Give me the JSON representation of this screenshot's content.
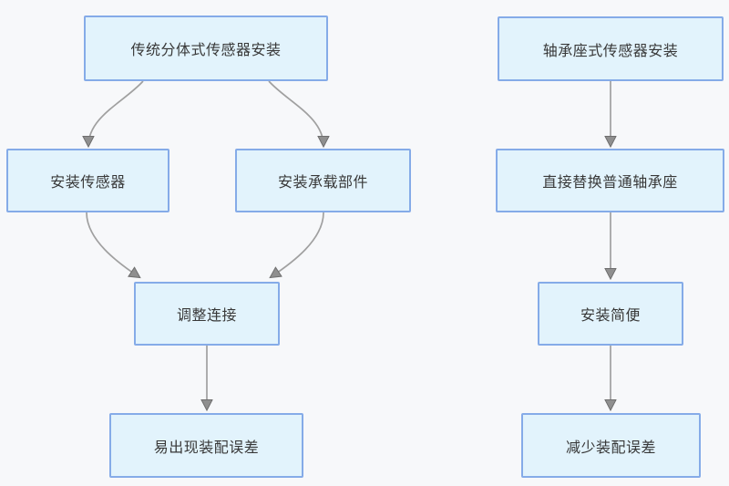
{
  "diagram": {
    "type": "flowchart",
    "colors": {
      "node_fill": "#e2f3fc",
      "node_border": "#85abe8",
      "arrow_line": "#a0a0a0",
      "arrow_head": "#8f8f8f",
      "background": "#f7f8fa",
      "text": "#383838"
    },
    "columns": [
      {
        "name": "traditional-split-sensor-installation",
        "nodes": [
          {
            "id": "n1",
            "label": "传统分体式传感器安装"
          },
          {
            "id": "n2",
            "label": "安装传感器"
          },
          {
            "id": "n3",
            "label": "安装承载部件"
          },
          {
            "id": "n4",
            "label": "调整连接"
          },
          {
            "id": "n5",
            "label": "易出现装配误差"
          }
        ],
        "edges": [
          {
            "from": "n1",
            "to": "n2"
          },
          {
            "from": "n1",
            "to": "n3"
          },
          {
            "from": "n2",
            "to": "n4"
          },
          {
            "from": "n3",
            "to": "n4"
          },
          {
            "from": "n4",
            "to": "n5"
          }
        ]
      },
      {
        "name": "bearing-seat-sensor-installation",
        "nodes": [
          {
            "id": "n6",
            "label": "轴承座式传感器安装"
          },
          {
            "id": "n7",
            "label": "直接替换普通轴承座"
          },
          {
            "id": "n8",
            "label": "安装简便"
          },
          {
            "id": "n9",
            "label": "减少装配误差"
          }
        ],
        "edges": [
          {
            "from": "n6",
            "to": "n7"
          },
          {
            "from": "n7",
            "to": "n8"
          },
          {
            "from": "n8",
            "to": "n9"
          }
        ]
      }
    ]
  }
}
